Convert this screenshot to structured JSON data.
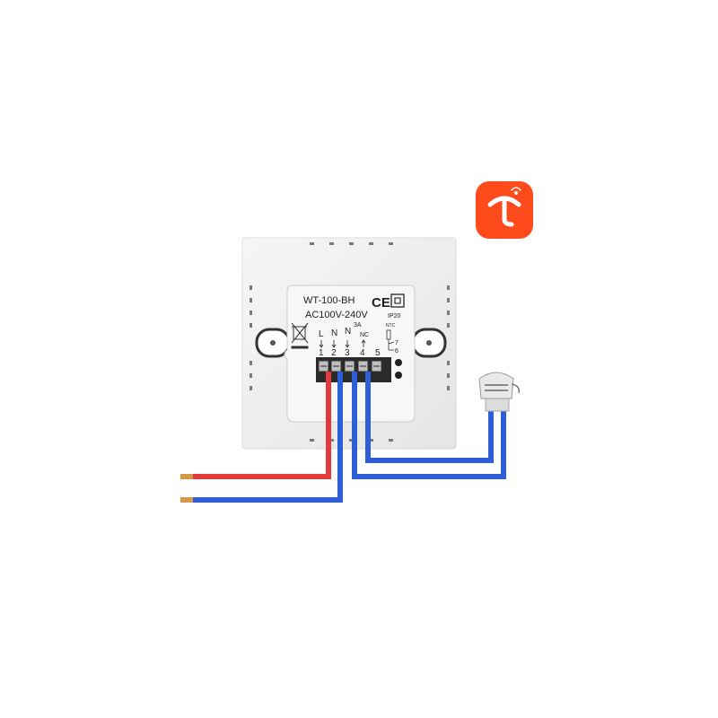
{
  "product": {
    "model": "WT-100-BH",
    "voltage": "AC100V-240V",
    "current": "3A",
    "certification": "CE",
    "ip_rating": "IP20",
    "sensor_label": "NTC",
    "terminal_labels": [
      "L",
      "N",
      "N",
      "NC"
    ],
    "terminal_numbers": [
      "1",
      "2",
      "3",
      "4",
      "5"
    ],
    "ntc_pins": [
      "7",
      "6"
    ]
  },
  "app_badge": {
    "letter": "t",
    "color": "#ff4a1c"
  },
  "colors": {
    "live_wire": "#e23b3b",
    "neutral_wire": "#2f5fd6",
    "housing": "#f1f1f1"
  }
}
